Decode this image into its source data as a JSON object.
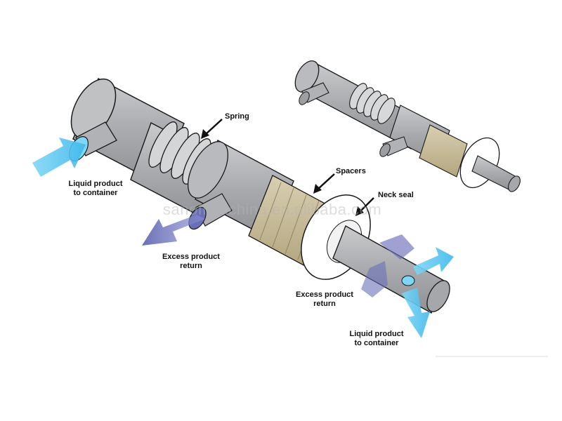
{
  "labels": {
    "spring": "Spring",
    "spacers": "Spacers",
    "neck_seal": "Neck seal",
    "liquid_left_line1": "Liquid product",
    "liquid_left_line2": "to container",
    "excess_left_line1": "Excess product",
    "excess_left_line2": "return",
    "excess_right_line1": "Excess product",
    "excess_right_line2": "return",
    "liquid_right_line1": "Liquid product",
    "liquid_right_line2": "to container"
  },
  "watermark": "sanofimachina.en.alibaba.com",
  "colors": {
    "metal": "#a9abae",
    "metal_dark": "#8d8f92",
    "metal_light": "#c6c8ca",
    "spacer": "#c8bd9c",
    "seal": "#ffffff",
    "liquid_arrow": "#5ec8f0",
    "excess_arrow": "#6a6fb8",
    "outline": "#1a1a1a"
  }
}
